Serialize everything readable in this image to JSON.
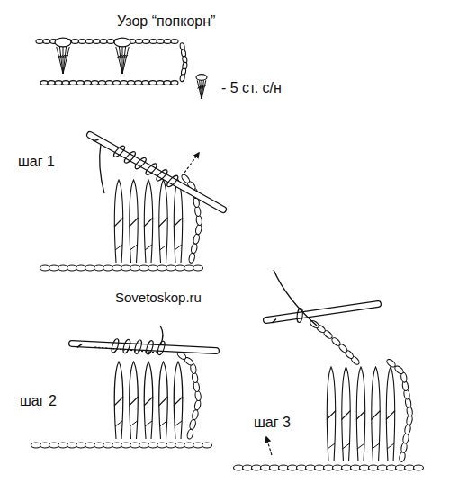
{
  "diagram": {
    "title": "Узор “попкорн”",
    "labels": [
      "- 5 ст. с/н",
      "шаг 1",
      "Sovetoskop.ru",
      "шаг 2",
      "шаг 3"
    ]
  }
}
